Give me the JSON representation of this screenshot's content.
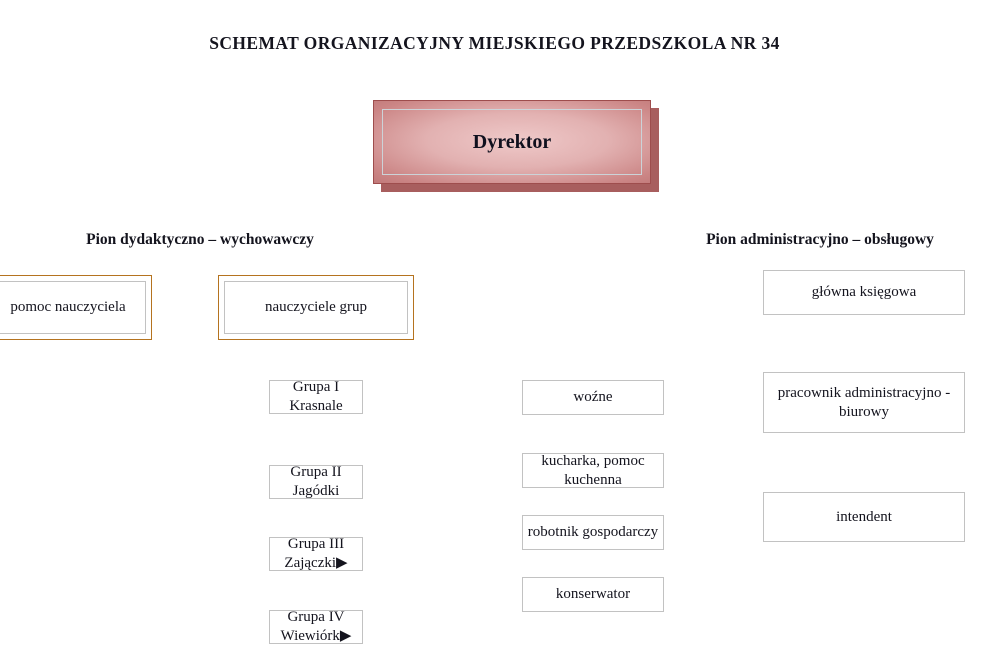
{
  "title": "SCHEMAT ORGANIZACYJNY MIEJSKIEGO PRZEDSZKOLA NR 34",
  "root": {
    "label": "Dyrektor"
  },
  "divisions": {
    "teaching_label": "Pion dydaktyczno – wychowawczy",
    "admin_label": "Pion administracyjno – obsługowy"
  },
  "teaching": {
    "assistant": "pomoc nauczyciela",
    "teachers": "nauczyciele grup",
    "groups": [
      {
        "line1": "Grupa  I",
        "line2": "Krasnale",
        "marker": ""
      },
      {
        "line1": "Grupa  II",
        "line2": "Jagódki",
        "marker": ""
      },
      {
        "line1": "Grupa  III",
        "line2": "Zajączki",
        "marker": "▶"
      },
      {
        "line1": "Grupa  IV",
        "line2": "Wiewiórk",
        "marker": "▶"
      }
    ]
  },
  "admin": {
    "accountant": "główna księgowa",
    "clerk": "pracownik administracyjno - biurowy",
    "steward": "intendent",
    "staff": [
      "woźne",
      "kucharka, pomoc kuchenna",
      "robotnik gospodarczy",
      "konserwator"
    ]
  },
  "colors": {
    "director_shadow": "#a85e5e",
    "orange_border": "#b5731f",
    "pink_border": "#9c3a3a",
    "green_border": "#7a943d",
    "purple_border": "#7e71a1",
    "overflow_marker": "#e20000",
    "connector": "#474747"
  }
}
